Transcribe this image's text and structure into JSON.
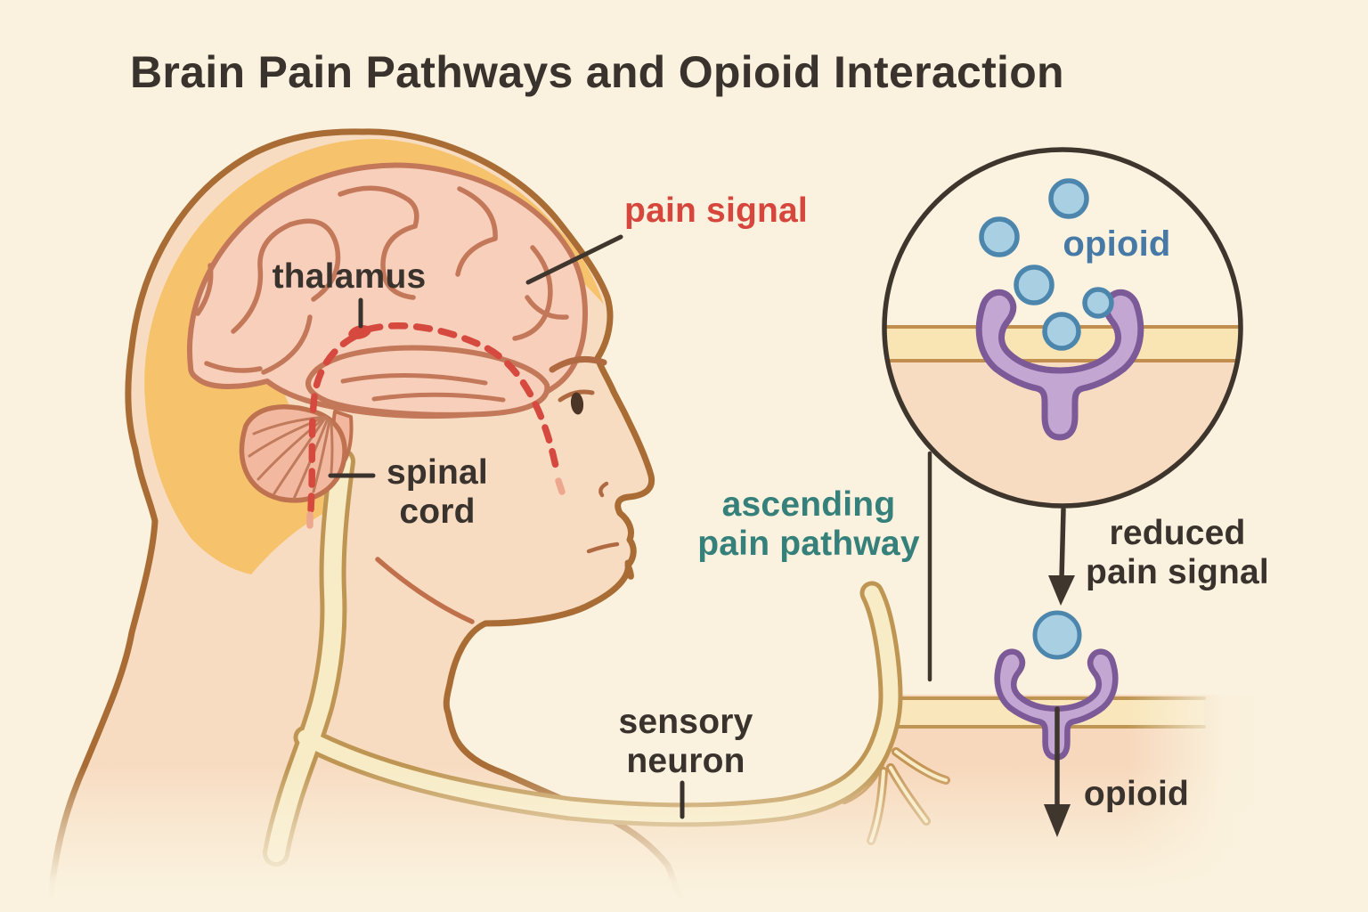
{
  "title": "Brain Pain Pathways and Opioid Interaction",
  "labels": {
    "thalamus": "thalamus",
    "pain_signal": "pain signal",
    "spinal_cord": {
      "line1": "spinal",
      "line2": "cord"
    },
    "ascending_pathway": {
      "line1": "ascending",
      "line2": "pain pathway"
    },
    "sensory_neuron": {
      "line1": "sensory",
      "line2": "neuron"
    },
    "opioid_inset": "opioid",
    "reduced_pain_signal": {
      "line1": "reduced",
      "line2": "pain signal"
    },
    "opioid_bottom": "opioid"
  },
  "colors": {
    "background": "#FAF2DE",
    "text_dark": "#3A332D",
    "pain_red": "#D6463C",
    "pathway_teal": "#35807A",
    "opioid_blue": "#4779A6",
    "receptor_purple_fill": "#C3A6D1",
    "receptor_purple_outline": "#7C5997",
    "molecule_blue_fill": "#A9CFE3",
    "molecule_blue_outline": "#4D86AD",
    "membrane_fill": "#F9E4B4",
    "membrane_outline": "#C08F4F",
    "scalp_orange": "#F6C36C",
    "skin_peach": "#F8DCC2",
    "brain_pink": "#F7CFBA",
    "brain_line": "#C4785A",
    "nerve_cream": "#F8ECC6",
    "nerve_outline": "#BE9552",
    "dash_red": "#D6493E",
    "line_dark": "#3F362E"
  }
}
